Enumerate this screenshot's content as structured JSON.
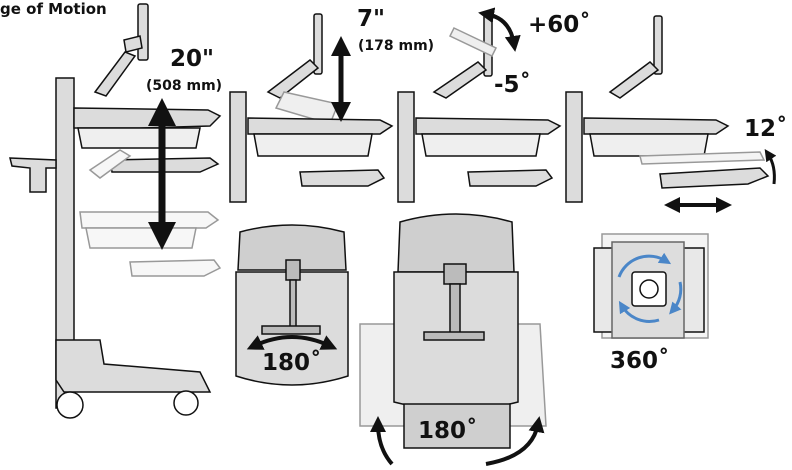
{
  "title": "ge of Motion",
  "panels": {
    "height": {
      "value": "20\"",
      "sub": "(508 mm)"
    },
    "monitor_height": {
      "value": "7\"",
      "sub": "(178 mm)"
    },
    "tilt": {
      "up": "+60˚",
      "down": "-5˚"
    },
    "keyboard_tilt": {
      "value": "12˚"
    },
    "monitor_rotate": {
      "value": "360˚"
    },
    "work_surface_swivel": {
      "value": "180˚"
    },
    "base_swivel": {
      "value": "180˚"
    }
  },
  "colors": {
    "line": "#111111",
    "fill": "#dcdcdc",
    "light": "#efefef",
    "accent": "#4a86c8"
  },
  "icons": {
    "arrow": "double-arrow-icon",
    "rotate": "rotation-arrow-icon"
  }
}
